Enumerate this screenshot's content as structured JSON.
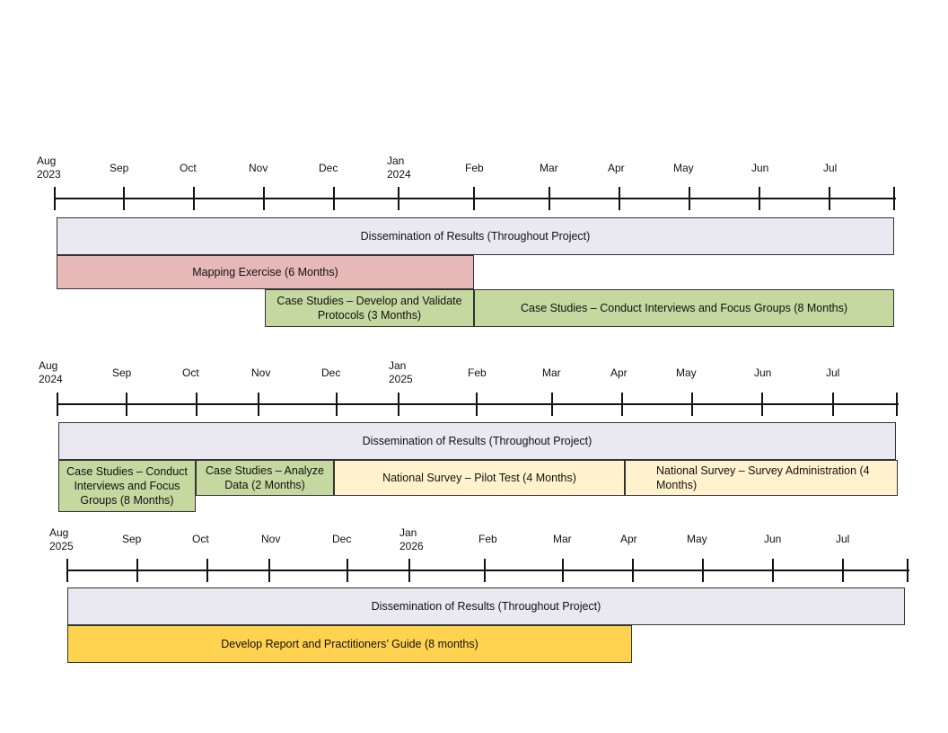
{
  "colors": {
    "dissemination": "#eae8f1",
    "mapping": "#e6b8b7",
    "case_studies": "#c4d8a0",
    "survey": "#fff2cc",
    "report": "#ffd350",
    "axis": "#111111"
  },
  "timelines": [
    {
      "months": [
        "Aug\n2023",
        "Sep",
        "Oct",
        "Nov",
        "Dec",
        "Jan\n2024",
        "Feb",
        "Mar",
        "Apr",
        "May",
        "Jun",
        "Jul"
      ],
      "tasks": [
        {
          "label": "Dissemination of Results (Throughout Project)",
          "color": "dissemination"
        },
        {
          "label": "Mapping Exercise (6 Months)",
          "color": "mapping"
        },
        {
          "label": "Case Studies – Develop and Validate Protocols (3 Months)",
          "color": "case_studies"
        },
        {
          "label": "Case Studies – Conduct Interviews and Focus Groups (8 Months)",
          "color": "case_studies"
        }
      ]
    },
    {
      "months": [
        "Aug\n2024",
        "Sep",
        "Oct",
        "Nov",
        "Dec",
        "Jan\n2025",
        "Feb",
        "Mar",
        "Apr",
        "May",
        "Jun",
        "Jul"
      ],
      "tasks": [
        {
          "label": "Dissemination of Results (Throughout Project)",
          "color": "dissemination"
        },
        {
          "label": "Case Studies – Conduct Interviews and Focus Groups (8 Months)",
          "color": "case_studies"
        },
        {
          "label": "Case Studies – Analyze Data (2 Months)",
          "color": "case_studies"
        },
        {
          "label": "National Survey – Pilot Test (4 Months)",
          "color": "survey"
        },
        {
          "label": "National Survey – Survey Administration (4 Months)",
          "color": "survey"
        }
      ]
    },
    {
      "months": [
        "Aug\n2025",
        "Sep",
        "Oct",
        "Nov",
        "Dec",
        "Jan\n2026",
        "Feb",
        "Mar",
        "Apr",
        "May",
        "Jun",
        "Jul"
      ],
      "tasks": [
        {
          "label": "Dissemination of Results (Throughout Project)",
          "color": "dissemination"
        },
        {
          "label": "Develop Report and Practitioners’ Guide (8 months)",
          "color": "report"
        }
      ]
    }
  ]
}
